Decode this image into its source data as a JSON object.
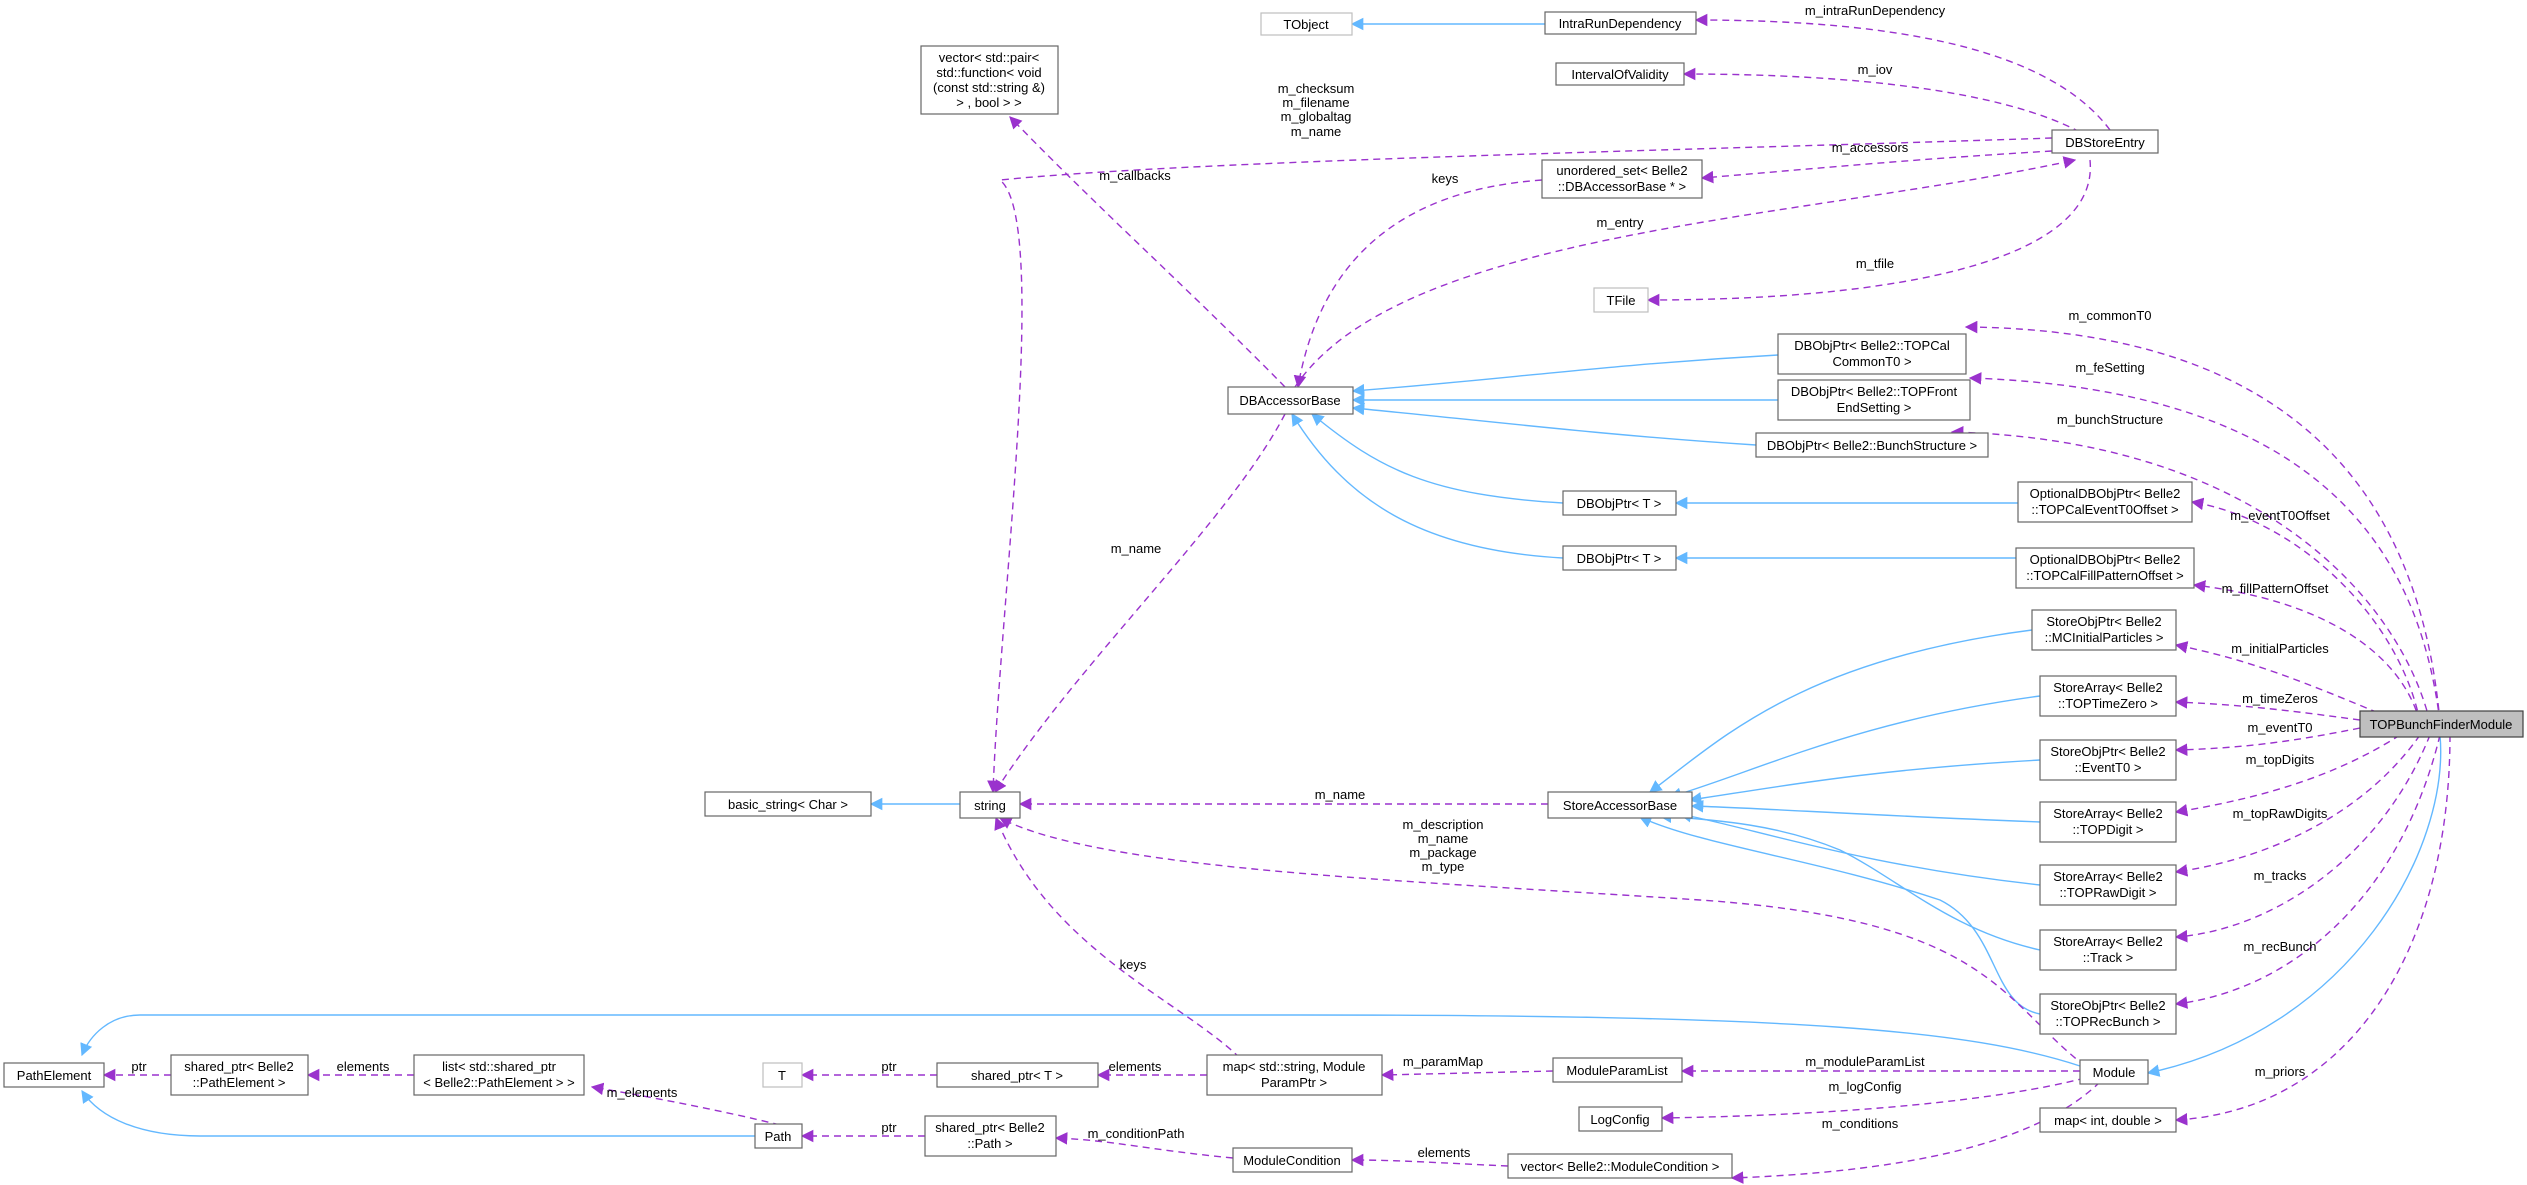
{
  "nodes": {
    "TObject": "TObject",
    "IntraRunDependency": "IntraRunDependency",
    "IntervalOfValidity": "IntervalOfValidity",
    "vector_pair": [
      "vector< std::pair<",
      "std::function< void",
      "(const std::string &)",
      "> , bool > >"
    ],
    "DBStoreEntry": "DBStoreEntry",
    "unordered_set": [
      "unordered_set< Belle2",
      "::DBAccessorBase * >"
    ],
    "TFile": "TFile",
    "DBObjPtr_TOPCalCommonT0": [
      "DBObjPtr< Belle2::TOPCal",
      "CommonT0 >"
    ],
    "DBAccessorBase": "DBAccessorBase",
    "DBObjPtr_TOPFrontEndSetting": [
      "DBObjPtr< Belle2::TOPFront",
      "EndSetting >"
    ],
    "DBObjPtr_BunchStructure": "DBObjPtr< Belle2::BunchStructure >",
    "DBObjPtr_T1": "DBObjPtr< T >",
    "DBObjPtr_T2": "DBObjPtr< T >",
    "OptionalDBObjPtr_EventT0Offset": [
      "OptionalDBObjPtr< Belle2",
      "::TOPCalEventT0Offset >"
    ],
    "OptionalDBObjPtr_FillPatternOffset": [
      "OptionalDBObjPtr< Belle2",
      "::TOPCalFillPatternOffset >"
    ],
    "StoreObjPtr_MCInitialParticles": [
      "StoreObjPtr< Belle2",
      "::MCInitialParticles >"
    ],
    "StoreArray_TOPTimeZero": [
      "StoreArray< Belle2",
      "::TOPTimeZero >"
    ],
    "StoreObjPtr_EventT0": [
      "StoreObjPtr< Belle2",
      "::EventT0 >"
    ],
    "StoreArray_TOPDigit": [
      "StoreArray< Belle2",
      "::TOPDigit >"
    ],
    "StoreArray_TOPRawDigit": [
      "StoreArray< Belle2",
      "::TOPRawDigit >"
    ],
    "StoreArray_Track": [
      "StoreArray< Belle2",
      "::Track >"
    ],
    "StoreObjPtr_TOPRecBunch": [
      "StoreObjPtr< Belle2",
      "::TOPRecBunch >"
    ],
    "StoreAccessorBase": "StoreAccessorBase",
    "TOPBunchFinderModule": "TOPBunchFinderModule",
    "basic_string": "basic_string< Char >",
    "string": "string",
    "T": "T",
    "shared_ptr_T": "shared_ptr< T >",
    "map_ModuleParamPtr": [
      "map< std::string, Module",
      "ParamPtr >"
    ],
    "ModuleParamList": "ModuleParamList",
    "LogConfig": "LogConfig",
    "Module": "Module",
    "map_int_double": "map< int, double >",
    "PathElement": "PathElement",
    "shared_ptr_PathElement": [
      "shared_ptr< Belle2",
      "::PathElement >"
    ],
    "list_shared_ptr": [
      "list< std::shared_ptr",
      "< Belle2::PathElement > >"
    ],
    "Path": "Path",
    "shared_ptr_Path": [
      "shared_ptr< Belle2",
      "::Path >"
    ],
    "ModuleCondition": "ModuleCondition",
    "vector_ModuleCondition": "vector< Belle2::ModuleCondition >"
  },
  "edge_labels": {
    "m_intraRunDependency": "m_intraRunDependency",
    "m_iov": "m_iov",
    "m_accessors": "m_accessors",
    "m_entry": "m_entry",
    "m_tfile": "m_tfile",
    "keys_db": "keys",
    "m_callbacks": "m_callbacks",
    "store_entry_strings": [
      "m_checksum",
      "m_filename",
      "m_globaltag",
      "m_name"
    ],
    "m_name_db": "m_name",
    "m_commonT0": "m_commonT0",
    "m_feSetting": "m_feSetting",
    "m_bunchStructure": "m_bunchStructure",
    "m_eventT0Offset": "m_eventT0Offset",
    "m_fillPatternOffset": "m_fillPatternOffset",
    "m_initialParticles": "m_initialParticles",
    "m_timeZeros": "m_timeZeros",
    "m_eventT0": "m_eventT0",
    "m_topDigits": "m_topDigits",
    "m_topRawDigits": "m_topRawDigits",
    "m_tracks": "m_tracks",
    "m_recBunch": "m_recBunch",
    "m_priors": "m_priors",
    "m_name_store": "m_name",
    "module_strings": [
      "m_description",
      "m_name",
      "m_package",
      "m_type"
    ],
    "keys_map": "keys",
    "ptr_T": "ptr",
    "elements_map": "elements",
    "m_paramMap": "m_paramMap",
    "m_moduleParamList": "m_moduleParamList",
    "m_logConfig": "m_logConfig",
    "m_conditions": "m_conditions",
    "elements_cond": "elements",
    "m_conditionPath": "m_conditionPath",
    "ptr_path": "ptr",
    "m_elements": "m_elements",
    "ptr_pe": "ptr",
    "elements_list": "elements"
  },
  "colors": {
    "inheritance": "#63b8ff",
    "usage": "#9a32cd",
    "focus_fill": "#bfbfbf"
  }
}
